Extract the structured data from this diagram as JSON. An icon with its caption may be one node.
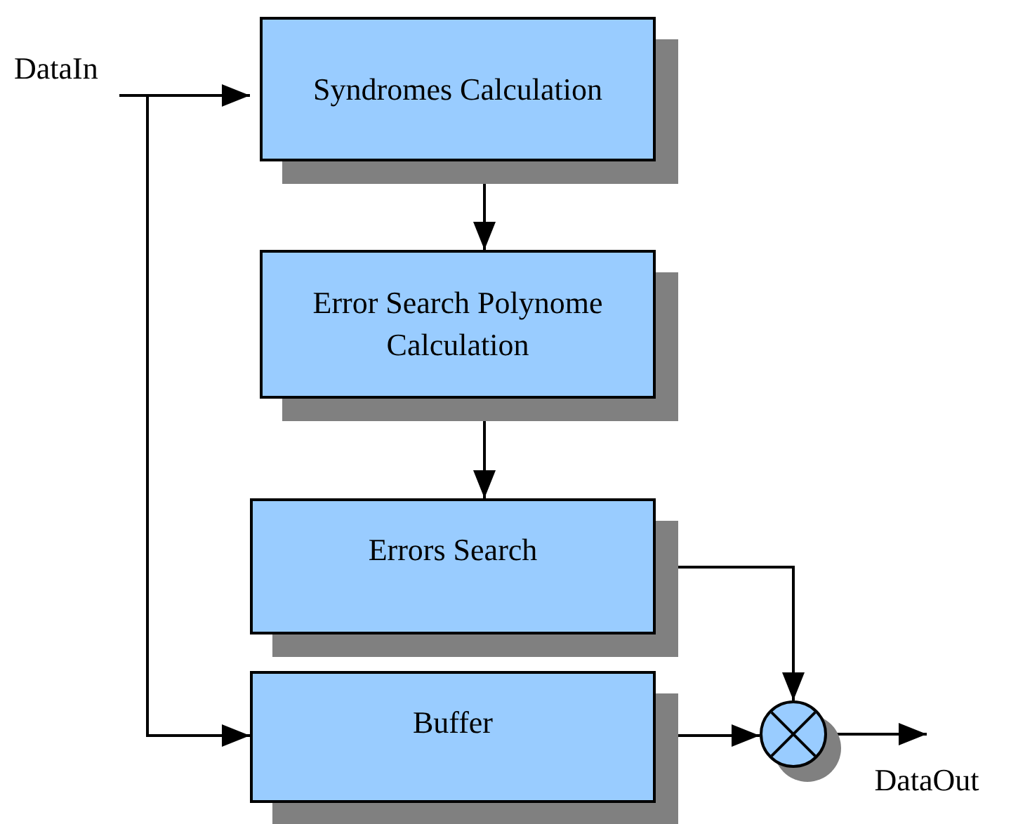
{
  "diagram": {
    "nodes": [
      {
        "text": [
          "DataIn"
        ]
      },
      {
        "text": [
          "Syndromes Calculation"
        ]
      },
      {
        "text": [
          "Error Search Polynome Calculation"
        ]
      },
      {
        "text": [
          "Errors Search"
        ]
      },
      {
        "text": [
          "Buffer"
        ]
      },
      {
        "text": [],
        "shape": "circle"
      },
      {
        "text": [
          "DataOut"
        ]
      }
    ],
    "edges": [
      {
        "from": 0,
        "to": 1,
        "arrow": "to"
      },
      {
        "from": 0,
        "to": 4,
        "arrow": "to"
      },
      {
        "from": 1,
        "to": 2,
        "arrow": "to"
      },
      {
        "from": 2,
        "to": 3,
        "arrow": "to"
      },
      {
        "from": 3,
        "to": 5,
        "arrow": "to"
      },
      {
        "from": 4,
        "to": 5,
        "arrow": "to"
      },
      {
        "from": 5,
        "to": 6,
        "arrow": "to"
      }
    ]
  }
}
